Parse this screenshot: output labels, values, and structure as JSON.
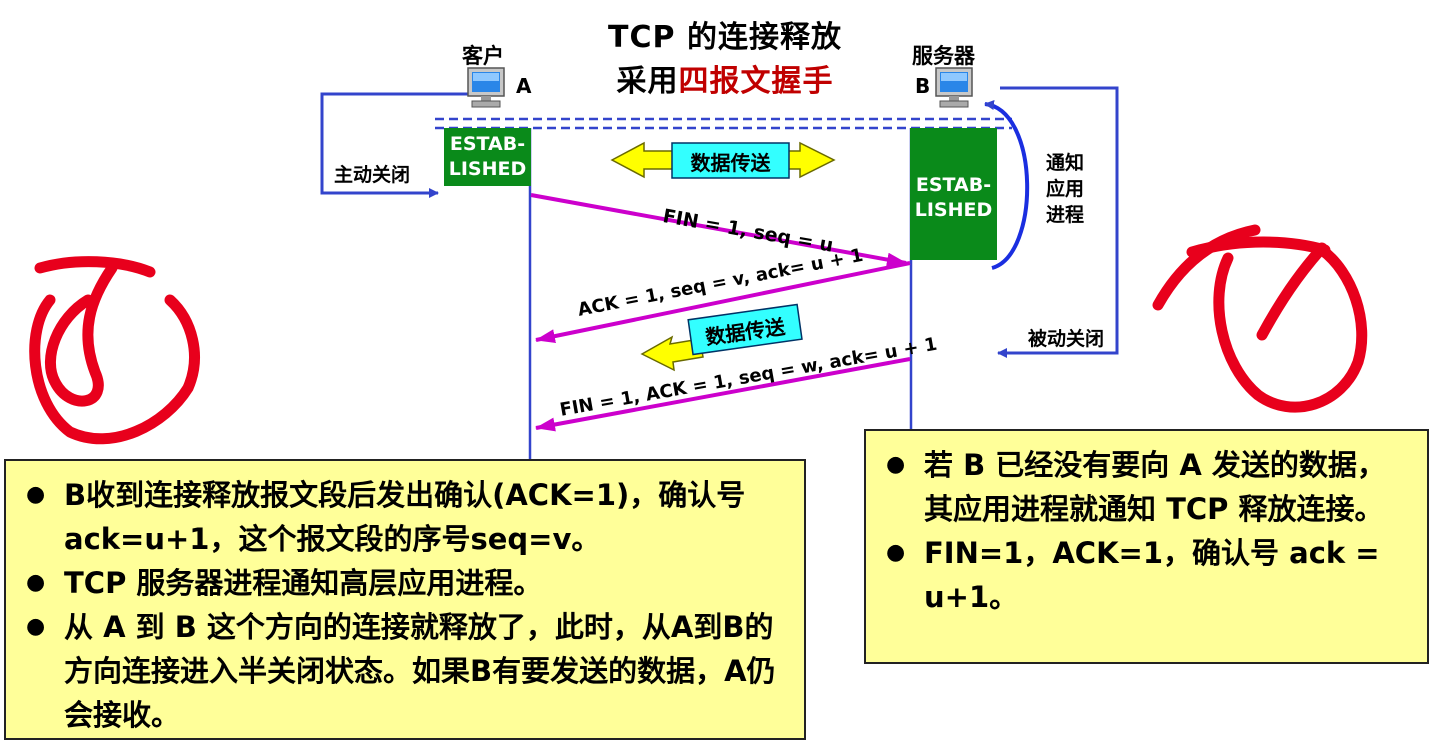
{
  "title": {
    "line1": "TCP 的连接释放",
    "line2_prefix": "采用",
    "line2_highlight": "四报文握手"
  },
  "hosts": {
    "client": {
      "name": "客户",
      "letter": "A",
      "state": [
        "ESTAB-",
        "LISHED"
      ]
    },
    "server": {
      "name": "服务器",
      "letter": "B",
      "state": [
        "ESTAB-",
        "LISHED"
      ]
    }
  },
  "side_labels": {
    "active_close": "主动关闭",
    "passive_close": "被动关闭",
    "notify": [
      "通知",
      "应用",
      "进程"
    ]
  },
  "data_transfer": {
    "top": "数据传送",
    "middle": "数据传送"
  },
  "messages": [
    {
      "label": "FIN = 1, seq = u",
      "from": "A",
      "to": "B"
    },
    {
      "label": "ACK = 1, seq = v, ack= u + 1",
      "from": "B",
      "to": "A"
    },
    {
      "label": "FIN = 1, ACK = 1, seq = w, ack= u + 1",
      "from": "B",
      "to": "A"
    }
  ],
  "notes": {
    "left": [
      "B收到连接释放报文段后发出确认(ACK=1)，确认号ack=u+1，这个报文段的序号seq=v。",
      "TCP 服务器进程通知高层应用进程。",
      "从 A 到 B 这个方向的连接就释放了，此时，从A到B的方向连接进入半关闭状态。如果B有要发送的数据，A仍会接收。"
    ],
    "right": [
      "若 B 已经没有要向 A 发送的数据，其应用进程就通知 TCP 释放连接。",
      "FIN=1，ACK=1，确认号 ack = u+1。"
    ]
  },
  "colors": {
    "message": "#cc00cc",
    "timeline": "#3344cc",
    "state": "#0a8a1a",
    "note_bg": "#ffff99",
    "highlight": "#c00000",
    "handwriting": "#e8001c"
  }
}
